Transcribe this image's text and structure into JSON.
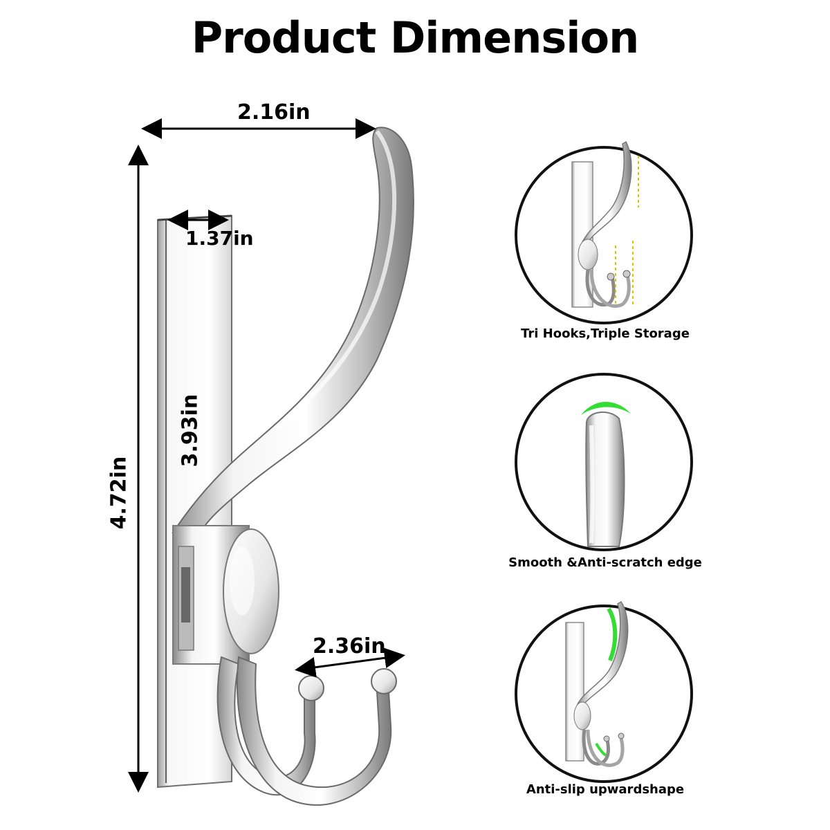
{
  "title": "Product Dimension",
  "dimensions": {
    "top_width": "2.16in",
    "plate_width": "1.37in",
    "plate_height": "3.93in",
    "total_height": "4.72in",
    "hook_spread": "2.36in"
  },
  "features": [
    {
      "caption": "Tri Hooks,Triple Storage",
      "icon": "tri-hooks-detail"
    },
    {
      "caption": "Smooth &Anti-scratch edge",
      "icon": "smooth-edge-detail"
    },
    {
      "caption": "Anti-slip upwardshape",
      "icon": "anti-slip-detail"
    }
  ],
  "colors": {
    "text": "#000000",
    "chrome_light": "#f2f2f2",
    "chrome_mid": "#c8c8c8",
    "chrome_dark": "#6e6e6e",
    "accent_green": "#33dd33",
    "guide_yellow": "#d9c400"
  }
}
